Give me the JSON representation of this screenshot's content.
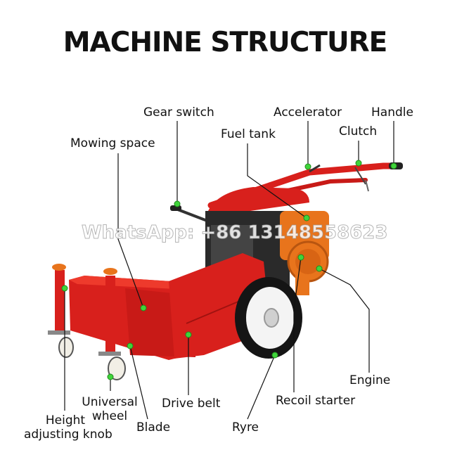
{
  "title": "MACHINE STRUCTURE",
  "watermark": "WhatsApp: +86 13148558623",
  "colors": {
    "machine_red": "#d8201c",
    "engine_orange": "#e8741c",
    "marker_green": "#3fd43a",
    "text": "#111111"
  },
  "labels": {
    "gear_switch": "Gear switch",
    "accelerator": "Accelerator",
    "handle": "Handle",
    "fuel_tank": "Fuel tank",
    "clutch": "Clutch",
    "mowing_space": "Mowing space",
    "engine": "Engine",
    "recoil_starter": "Recoil starter",
    "rye": "Ryre",
    "drive_belt": "Drive belt",
    "blade": "Blade",
    "universal_wheel_1": "Universal",
    "universal_wheel_2": "wheel",
    "height_knob_1": "Height",
    "height_knob_2": "adjusting knob"
  }
}
